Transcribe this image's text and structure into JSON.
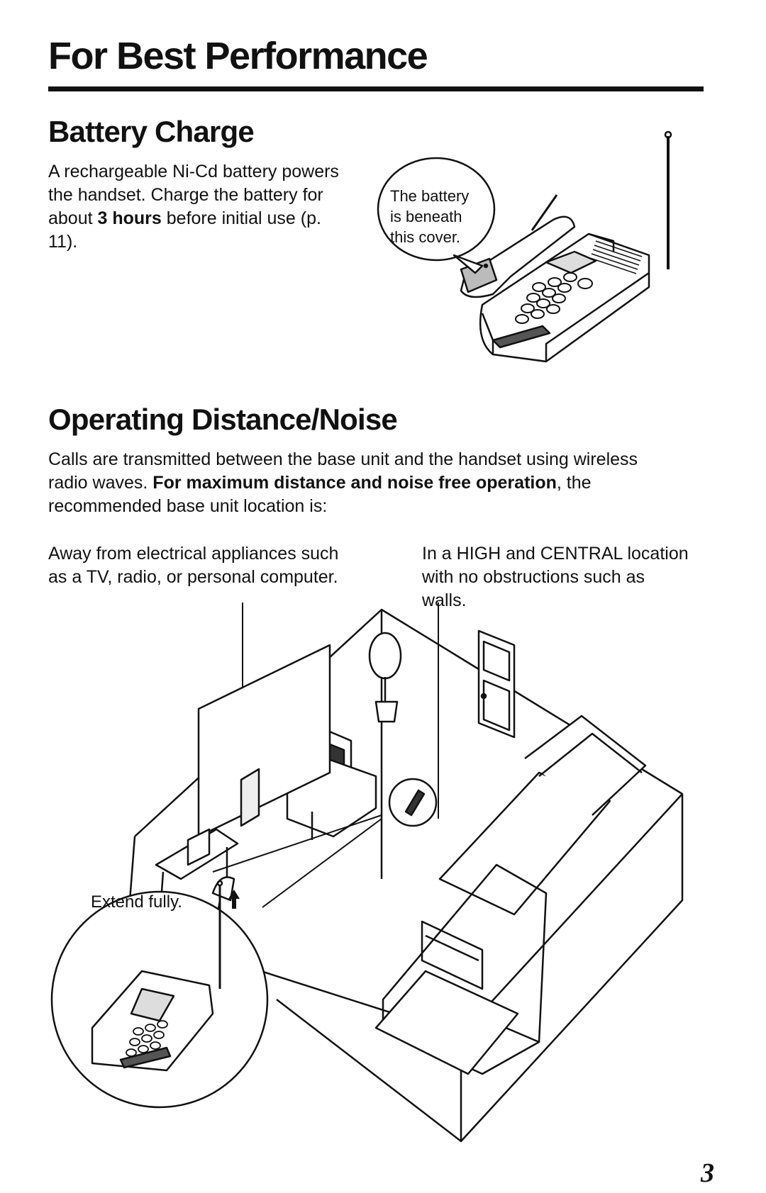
{
  "page": {
    "title": "For Best Performance",
    "page_number": "3"
  },
  "battery_charge": {
    "heading": "Battery Charge",
    "text_before": "A rechargeable Ni-Cd battery powers the handset. Charge the battery for about ",
    "text_bold": "3 hours",
    "text_after": " before initial use (p. 11).",
    "callout_line1": "The battery",
    "callout_line2": "is beneath",
    "callout_line3": "this cover."
  },
  "operating_distance": {
    "heading": "Operating Distance/Noise",
    "intro_before": "Calls are transmitted between the base unit and the handset using wireless radio waves. ",
    "intro_bold": "For maximum distance and noise free operation",
    "intro_after": ", the recommended base unit location is:",
    "left_caption": "Away from electrical appliances such as a TV, radio, or personal computer.",
    "right_caption": "In a HIGH and CENTRAL location with no obstructions such as walls.",
    "antenna_label": "Extend fully."
  }
}
